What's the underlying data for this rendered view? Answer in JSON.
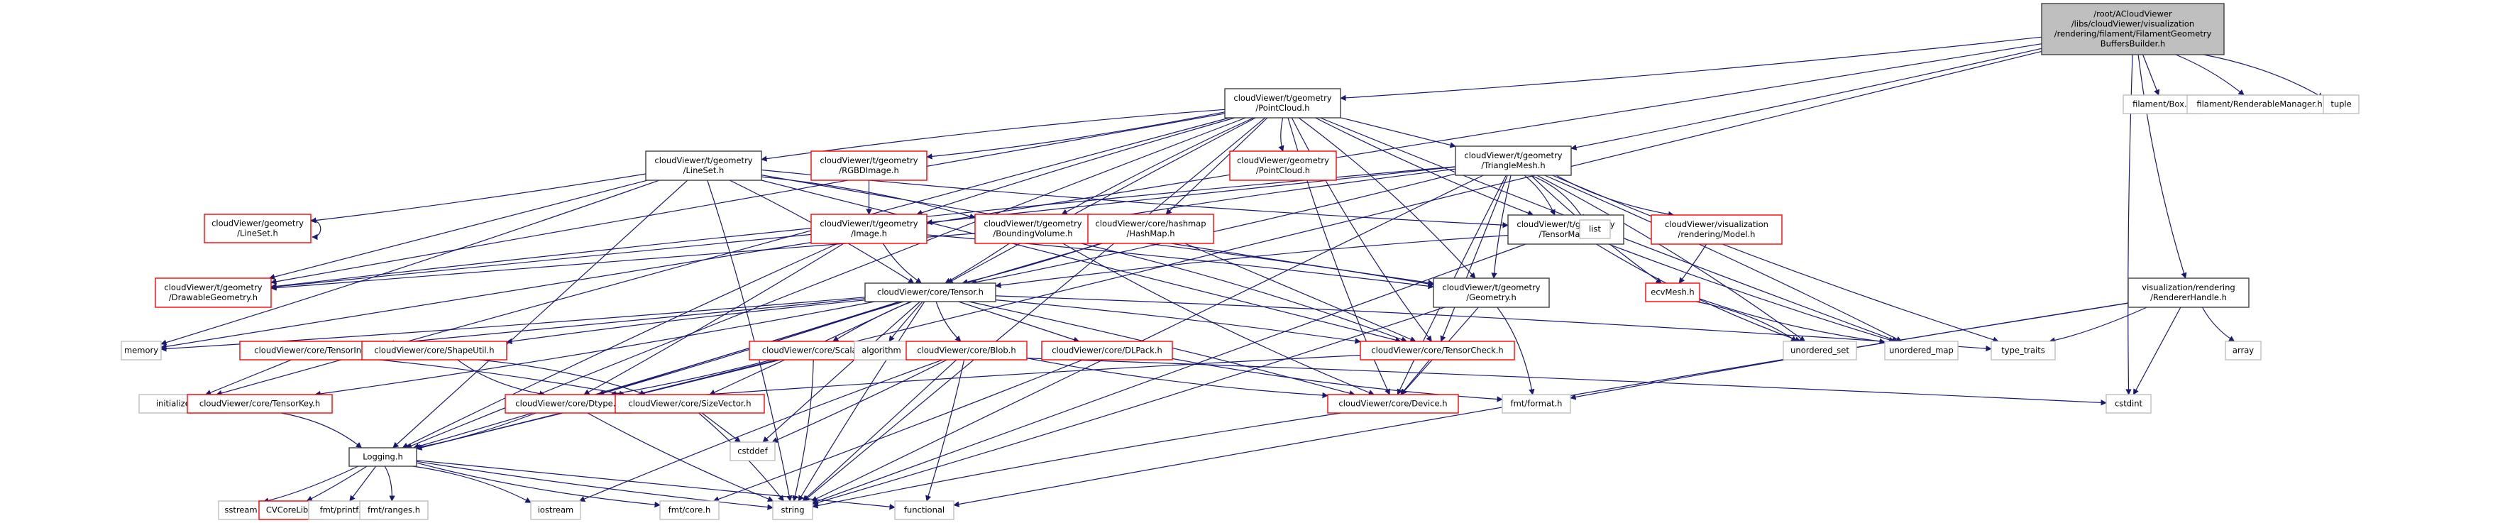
{
  "title": "Include dependency graph for FilamentGeometryBuffersBuilder.h",
  "colors": {
    "edge": "#191970",
    "root_fill": "#bfbfbf",
    "documented_border": "#404040",
    "undocumented_border": "#ff0000",
    "system_border": "#bfbfbf"
  },
  "nodes": [
    {
      "id": "root",
      "kind": "root",
      "lines": [
        "/root/ACloudViewer",
        "/libs/cloudViewer/visualization",
        "/rendering/filament/FilamentGeometry",
        "BuffersBuilder.h"
      ]
    },
    {
      "id": "t_pointcloud",
      "kind": "doc",
      "lines": [
        "cloudViewer/t/geometry",
        "/PointCloud.h"
      ]
    },
    {
      "id": "filament_box",
      "kind": "system",
      "lines": [
        "filament/Box.h"
      ]
    },
    {
      "id": "filament_rm",
      "kind": "system",
      "lines": [
        "filament/RenderableManager.h"
      ]
    },
    {
      "id": "tuple",
      "kind": "system",
      "lines": [
        "tuple"
      ]
    },
    {
      "id": "t_lineset",
      "kind": "doc",
      "lines": [
        "cloudViewer/t/geometry",
        "/LineSet.h"
      ]
    },
    {
      "id": "t_rgbdimage",
      "kind": "undoc",
      "lines": [
        "cloudViewer/t/geometry",
        "/RGBDImage.h"
      ]
    },
    {
      "id": "g_pointcloud",
      "kind": "undoc",
      "lines": [
        "cloudViewer/geometry",
        "/PointCloud.h"
      ]
    },
    {
      "id": "t_trianglemesh",
      "kind": "doc",
      "lines": [
        "cloudViewer/t/geometry",
        "/TriangleMesh.h"
      ]
    },
    {
      "id": "g_lineset",
      "kind": "undoc",
      "lines": [
        "cloudViewer/geometry",
        "/LineSet.h"
      ]
    },
    {
      "id": "t_image",
      "kind": "undoc",
      "lines": [
        "cloudViewer/t/geometry",
        "/Image.h"
      ]
    },
    {
      "id": "t_boundingvolume",
      "kind": "undoc",
      "lines": [
        "cloudViewer/t/geometry",
        "/BoundingVolume.h"
      ]
    },
    {
      "id": "hashmap",
      "kind": "undoc",
      "lines": [
        "cloudViewer/core/hashmap",
        "/HashMap.h"
      ]
    },
    {
      "id": "t_tensormap",
      "kind": "doc",
      "lines": [
        "cloudViewer/t/geometry",
        "/TensorMap.h"
      ]
    },
    {
      "id": "list",
      "kind": "system",
      "lines": [
        "list"
      ]
    },
    {
      "id": "vis_model",
      "kind": "undoc",
      "lines": [
        "cloudViewer/visualization",
        "/rendering/Model.h"
      ]
    },
    {
      "id": "t_drawable",
      "kind": "undoc",
      "lines": [
        "cloudViewer/t/geometry",
        "/DrawableGeometry.h"
      ]
    },
    {
      "id": "tensor",
      "kind": "doc",
      "lines": [
        "cloudViewer/core/Tensor.h"
      ]
    },
    {
      "id": "t_geometry",
      "kind": "doc",
      "lines": [
        "cloudViewer/t/geometry",
        "/Geometry.h"
      ]
    },
    {
      "id": "ecvmesh",
      "kind": "undoc",
      "lines": [
        "ecvMesh.h"
      ]
    },
    {
      "id": "renderer_handle",
      "kind": "doc",
      "lines": [
        "visualization/rendering",
        "/RendererHandle.h"
      ]
    },
    {
      "id": "memory",
      "kind": "system",
      "lines": [
        "memory"
      ]
    },
    {
      "id": "tensorinit",
      "kind": "undoc",
      "lines": [
        "cloudViewer/core/TensorInit.h"
      ]
    },
    {
      "id": "shapeutil",
      "kind": "undoc",
      "lines": [
        "cloudViewer/core/ShapeUtil.h"
      ]
    },
    {
      "id": "scalar",
      "kind": "undoc",
      "lines": [
        "cloudViewer/core/Scalar.h"
      ]
    },
    {
      "id": "algorithm",
      "kind": "system",
      "lines": [
        "algorithm"
      ]
    },
    {
      "id": "blob",
      "kind": "undoc",
      "lines": [
        "cloudViewer/core/Blob.h"
      ]
    },
    {
      "id": "dlpack",
      "kind": "undoc",
      "lines": [
        "cloudViewer/core/DLPack.h"
      ]
    },
    {
      "id": "tensorcheck",
      "kind": "undoc",
      "lines": [
        "cloudViewer/core/TensorCheck.h"
      ]
    },
    {
      "id": "unordered_set",
      "kind": "system",
      "lines": [
        "unordered_set"
      ]
    },
    {
      "id": "unordered_map",
      "kind": "system",
      "lines": [
        "unordered_map"
      ]
    },
    {
      "id": "type_traits",
      "kind": "system",
      "lines": [
        "type_traits"
      ]
    },
    {
      "id": "array",
      "kind": "system",
      "lines": [
        "array"
      ]
    },
    {
      "id": "initializer_list",
      "kind": "system",
      "lines": [
        "initializer_list"
      ]
    },
    {
      "id": "tensorkey",
      "kind": "undoc",
      "lines": [
        "cloudViewer/core/TensorKey.h"
      ]
    },
    {
      "id": "dtype",
      "kind": "undoc",
      "lines": [
        "cloudViewer/core/Dtype.h"
      ]
    },
    {
      "id": "sizevector",
      "kind": "undoc",
      "lines": [
        "cloudViewer/core/SizeVector.h"
      ]
    },
    {
      "id": "device",
      "kind": "undoc",
      "lines": [
        "cloudViewer/core/Device.h"
      ]
    },
    {
      "id": "fmt_format",
      "kind": "system",
      "lines": [
        "fmt/format.h"
      ]
    },
    {
      "id": "cstdint",
      "kind": "system",
      "lines": [
        "cstdint"
      ]
    },
    {
      "id": "cstddef",
      "kind": "system",
      "lines": [
        "cstddef"
      ]
    },
    {
      "id": "logging",
      "kind": "doc",
      "lines": [
        "Logging.h"
      ]
    },
    {
      "id": "sstream",
      "kind": "system",
      "lines": [
        "sstream"
      ]
    },
    {
      "id": "cvcorelib",
      "kind": "undoc",
      "lines": [
        "CVCoreLib.h"
      ]
    },
    {
      "id": "fmt_printf",
      "kind": "system",
      "lines": [
        "fmt/printf.h"
      ]
    },
    {
      "id": "fmt_ranges",
      "kind": "system",
      "lines": [
        "fmt/ranges.h"
      ]
    },
    {
      "id": "iostream",
      "kind": "system",
      "lines": [
        "iostream"
      ]
    },
    {
      "id": "fmt_core",
      "kind": "system",
      "lines": [
        "fmt/core.h"
      ]
    },
    {
      "id": "string",
      "kind": "system",
      "lines": [
        "string"
      ]
    },
    {
      "id": "functional",
      "kind": "system",
      "lines": [
        "functional"
      ]
    }
  ],
  "edges": [
    [
      "root",
      "t_pointcloud"
    ],
    [
      "root",
      "t_trianglemesh"
    ],
    [
      "root",
      "filament_box"
    ],
    [
      "root",
      "filament_rm"
    ],
    [
      "root",
      "tuple"
    ],
    [
      "root",
      "renderer_handle"
    ],
    [
      "root",
      "cstdint"
    ],
    [
      "root",
      "memory"
    ],
    [
      "root",
      "logging"
    ],
    [
      "t_pointcloud",
      "t_lineset"
    ],
    [
      "t_pointcloud",
      "t_rgbdimage"
    ],
    [
      "t_pointcloud",
      "g_pointcloud"
    ],
    [
      "t_pointcloud",
      "t_trianglemesh"
    ],
    [
      "t_pointcloud",
      "t_image"
    ],
    [
      "t_pointcloud",
      "t_boundingvolume"
    ],
    [
      "t_pointcloud",
      "hashmap"
    ],
    [
      "t_pointcloud",
      "t_tensormap"
    ],
    [
      "t_pointcloud",
      "t_drawable"
    ],
    [
      "t_pointcloud",
      "tensor"
    ],
    [
      "t_pointcloud",
      "t_geometry"
    ],
    [
      "t_pointcloud",
      "tensorcheck"
    ],
    [
      "t_pointcloud",
      "unordered_map"
    ],
    [
      "t_pointcloud",
      "string"
    ],
    [
      "t_pointcloud",
      "initializer_list"
    ],
    [
      "t_pointcloud",
      "logging"
    ],
    [
      "t_pointcloud",
      "device"
    ],
    [
      "t_lineset",
      "g_lineset"
    ],
    [
      "t_lineset",
      "t_drawable"
    ],
    [
      "t_lineset",
      "tensor"
    ],
    [
      "t_lineset",
      "t_boundingvolume"
    ],
    [
      "t_lineset",
      "t_tensormap"
    ],
    [
      "t_lineset",
      "t_geometry"
    ],
    [
      "t_lineset",
      "tensorcheck"
    ],
    [
      "t_lineset",
      "logging"
    ],
    [
      "t_lineset",
      "string"
    ],
    [
      "t_lineset",
      "memory"
    ],
    [
      "g_lineset",
      "g_lineset"
    ],
    [
      "t_rgbdimage",
      "t_image"
    ],
    [
      "t_trianglemesh",
      "t_tensormap"
    ],
    [
      "t_trianglemesh",
      "list"
    ],
    [
      "t_trianglemesh",
      "vis_model"
    ],
    [
      "t_trianglemesh",
      "ecvmesh"
    ],
    [
      "t_trianglemesh",
      "t_image"
    ],
    [
      "t_trianglemesh",
      "t_boundingvolume"
    ],
    [
      "t_trianglemesh",
      "t_drawable"
    ],
    [
      "t_trianglemesh",
      "tensor"
    ],
    [
      "t_trianglemesh",
      "t_geometry"
    ],
    [
      "t_trianglemesh",
      "tensorcheck"
    ],
    [
      "t_trianglemesh",
      "unordered_map"
    ],
    [
      "t_trianglemesh",
      "unordered_set"
    ],
    [
      "t_trianglemesh",
      "type_traits"
    ],
    [
      "t_trianglemesh",
      "device"
    ],
    [
      "t_trianglemesh",
      "string"
    ],
    [
      "vis_model",
      "ecvmesh"
    ],
    [
      "ecvmesh",
      "unordered_set"
    ],
    [
      "ecvmesh",
      "unordered_map"
    ],
    [
      "t_image",
      "tensor"
    ],
    [
      "t_image",
      "t_drawable"
    ],
    [
      "t_image",
      "t_geometry"
    ],
    [
      "t_image",
      "logging"
    ],
    [
      "t_image",
      "dtype"
    ],
    [
      "t_boundingvolume",
      "tensor"
    ],
    [
      "t_boundingvolume",
      "t_drawable"
    ],
    [
      "t_boundingvolume",
      "t_geometry"
    ],
    [
      "t_boundingvolume",
      "tensorcheck"
    ],
    [
      "t_boundingvolume",
      "device"
    ],
    [
      "hashmap",
      "tensor"
    ],
    [
      "hashmap",
      "tensorcheck"
    ],
    [
      "hashmap",
      "dtype"
    ],
    [
      "t_tensormap",
      "tensor"
    ],
    [
      "t_tensormap",
      "unordered_set"
    ],
    [
      "t_tensormap",
      "unordered_map"
    ],
    [
      "t_tensormap",
      "string"
    ],
    [
      "t_geometry",
      "device"
    ],
    [
      "t_geometry",
      "fmt_format"
    ],
    [
      "t_geometry",
      "string"
    ],
    [
      "tensor",
      "memory"
    ],
    [
      "tensor",
      "tensorinit"
    ],
    [
      "tensor",
      "shapeutil"
    ],
    [
      "tensor",
      "scalar"
    ],
    [
      "tensor",
      "algorithm"
    ],
    [
      "tensor",
      "blob"
    ],
    [
      "tensor",
      "dlpack"
    ],
    [
      "tensor",
      "tensorcheck"
    ],
    [
      "tensor",
      "type_traits"
    ],
    [
      "tensor",
      "tensorkey"
    ],
    [
      "tensor",
      "dtype"
    ],
    [
      "tensor",
      "sizevector"
    ],
    [
      "tensor",
      "device"
    ],
    [
      "tensor",
      "cstddef"
    ],
    [
      "tensor",
      "string"
    ],
    [
      "tensor",
      "logging"
    ],
    [
      "tensorinit",
      "initializer_list"
    ],
    [
      "tensorinit",
      "sizevector"
    ],
    [
      "shapeutil",
      "sizevector"
    ],
    [
      "shapeutil",
      "dtype"
    ],
    [
      "scalar",
      "dtype"
    ],
    [
      "scalar",
      "logging"
    ],
    [
      "scalar",
      "cstdint"
    ],
    [
      "scalar",
      "string"
    ],
    [
      "blob",
      "device"
    ],
    [
      "blob",
      "cstddef"
    ],
    [
      "blob",
      "string"
    ],
    [
      "blob",
      "functional"
    ],
    [
      "blob",
      "iostream"
    ],
    [
      "dlpack",
      "fmt_format"
    ],
    [
      "dlpack",
      "fmt_core"
    ],
    [
      "tensorcheck",
      "device"
    ],
    [
      "tensorcheck",
      "dtype"
    ],
    [
      "tensorkey",
      "logging"
    ],
    [
      "dtype",
      "logging"
    ],
    [
      "dtype",
      "string"
    ],
    [
      "sizevector",
      "cstddef"
    ],
    [
      "sizevector",
      "string"
    ],
    [
      "device",
      "string"
    ],
    [
      "renderer_handle",
      "type_traits"
    ],
    [
      "renderer_handle",
      "array"
    ],
    [
      "renderer_handle",
      "cstdint"
    ],
    [
      "renderer_handle",
      "fmt_format"
    ],
    [
      "renderer_handle",
      "functional"
    ],
    [
      "logging",
      "sstream"
    ],
    [
      "logging",
      "cvcorelib"
    ],
    [
      "logging",
      "fmt_printf"
    ],
    [
      "logging",
      "fmt_ranges"
    ],
    [
      "logging",
      "iostream"
    ],
    [
      "logging",
      "fmt_core"
    ],
    [
      "logging",
      "string"
    ],
    [
      "logging",
      "functional"
    ]
  ]
}
